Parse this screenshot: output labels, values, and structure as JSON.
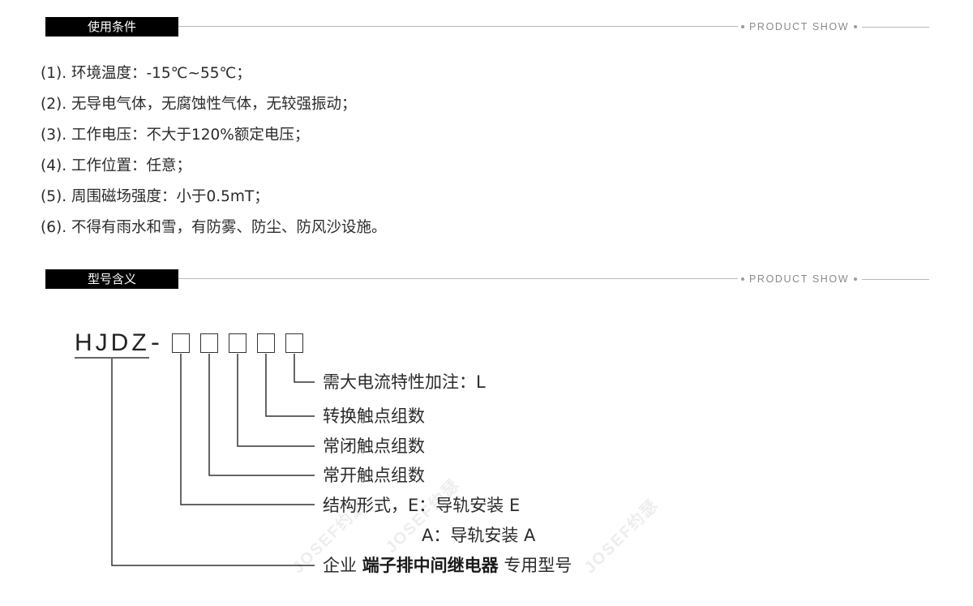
{
  "section1": {
    "tag": "使用条件",
    "label": "PRODUCT SHOW"
  },
  "conditions": [
    "(1). 环境温度：-15℃~55℃；",
    "(2). 无导电气体，无腐蚀性气体，无较强振动；",
    "(3). 工作电压：不大于120%额定电压；",
    "(4). 工作位置：任意；",
    "(5). 周围磁场强度：小于0.5mT；",
    "(6). 不得有雨水和雪，有防雾、防尘、防风沙设施。"
  ],
  "section2": {
    "tag": "型号含义",
    "label": "PRODUCT SHOW"
  },
  "model": {
    "prefix": "HJDZ",
    "dash": "-",
    "labels": {
      "l1": "需大电流特性加注：L",
      "l2": "转换触点组数",
      "l3": "常闭触点组数",
      "l4": "常开触点组数",
      "l5": "结构形式，E：导轨安装 E",
      "l6": "A：导轨安装 A",
      "l7_pre": "企业 ",
      "l7_bold": "端子排中间继电器",
      "l7_post": " 专用型号"
    }
  },
  "watermark": "JOSEF约瑟"
}
